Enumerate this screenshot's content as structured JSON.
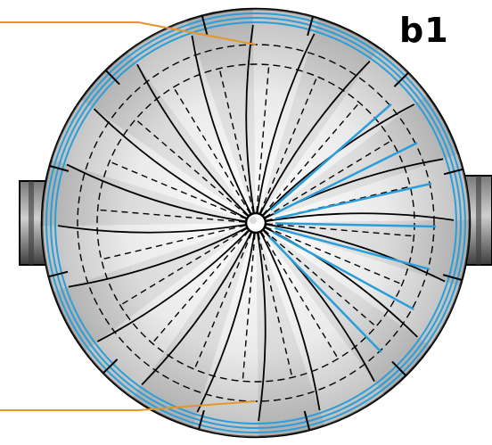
{
  "panel_label": "b1",
  "colors": {
    "leader_line": "#e5962a",
    "blue_ring": "#2a9ed8",
    "outline": "#000000",
    "dashed": "#000000",
    "metal_light": "#f4f4f4",
    "metal_dark": "#8c8c8c",
    "lug": "#555555"
  },
  "icons": {
    "left_lug": "rectangular-mount-lug",
    "right_lug": "rectangular-mount-lug",
    "hub": "central-hub-circle"
  }
}
